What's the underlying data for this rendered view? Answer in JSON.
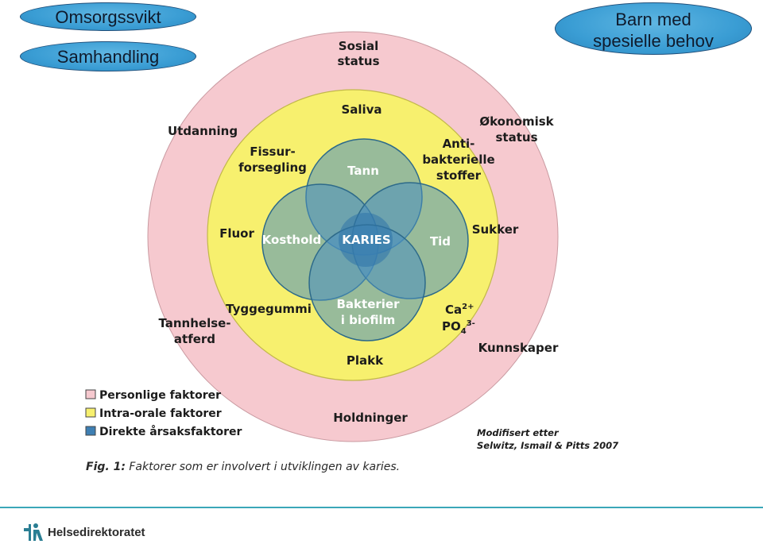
{
  "top_labels": {
    "omsorgssvikt": "Omsorgssvikt",
    "samhandling": "Samhandling",
    "barn_line1": "Barn med",
    "barn_line2": "spesielle behov"
  },
  "outer_ring": {
    "sosial_line1": "Sosial",
    "sosial_line2": "status",
    "utdanning": "Utdanning",
    "okonomisk_line1": "Økonomisk",
    "okonomisk_line2": "status",
    "tannhelse_line1": "Tannhelse-",
    "tannhelse_line2": "atferd",
    "kunnskaper": "Kunnskaper",
    "holdninger": "Holdninger"
  },
  "inner_ring": {
    "saliva": "Saliva",
    "fissur_line1": "Fissur-",
    "fissur_line2": "forsegling",
    "anti_line1": "Anti-",
    "anti_line2": "bakterielle",
    "anti_line3": "stoffer",
    "fluor": "Fluor",
    "sukker": "Sukker",
    "tyggegummi": "Tyggegummi",
    "ca": "Ca",
    "ca_sup": "2+",
    "po": "PO",
    "po_sub": "4",
    "po_sup": "3-",
    "plakk": "Plakk"
  },
  "core": {
    "tann": "Tann",
    "kosthold": "Kosthold",
    "karies": "KARIES",
    "tid": "Tid",
    "bakterier_line1": "Bakterier",
    "bakterier_line2": "i biofilm"
  },
  "legend": {
    "personlige": "Personlige faktorer",
    "intraorale": "Intra-orale faktorer",
    "direkte": "Direkte årsaksfaktorer"
  },
  "source": {
    "line1": "Modifisert etter",
    "line2": "Selwitz, Ismail & Pitts 2007"
  },
  "caption": {
    "prefix": "Fig. 1:",
    "text": " Faktorer som er involvert i utviklingen av karies."
  },
  "footer": {
    "logo_text": "Helsedirektoratet"
  },
  "colors": {
    "outer_ring": "#f6c9cf",
    "inner_ring": "#f7f06e",
    "core": "#4a8fbf",
    "pill": "#3a9dd4",
    "footer_line": "#3aa7b8"
  }
}
